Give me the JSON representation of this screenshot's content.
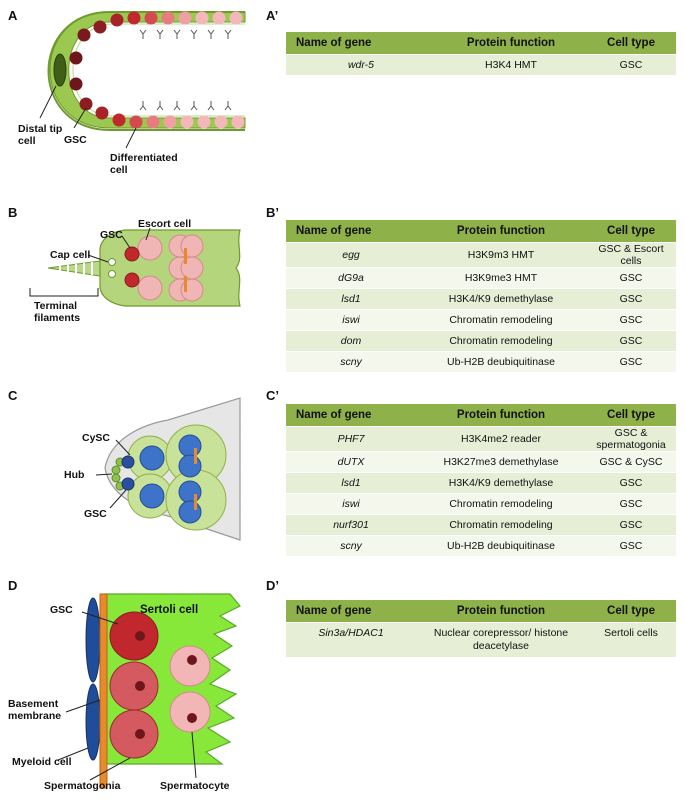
{
  "panels": {
    "A": {
      "letter": "A",
      "labels": {
        "distal_tip": "Distal tip cell",
        "gsc": "GSC",
        "differentiated": "Differentiated cell"
      }
    },
    "A_prime": {
      "letter": "A’",
      "headers": [
        "Name of gene",
        "Protein function",
        "Cell type"
      ],
      "rows": [
        {
          "gene": "wdr-5",
          "function": "H3K4 HMT",
          "cell": "GSC"
        }
      ]
    },
    "B": {
      "letter": "B",
      "labels": {
        "escort": "Escort cell",
        "gsc": "GSC",
        "cap": "Cap cell",
        "terminal": "Terminal filaments"
      }
    },
    "B_prime": {
      "letter": "B’",
      "headers": [
        "Name of gene",
        "Protein function",
        "Cell type"
      ],
      "rows": [
        {
          "gene": "egg",
          "function": "H3K9m3 HMT",
          "cell": "GSC & Escort cells"
        },
        {
          "gene": "dG9a",
          "function": "H3K9me3 HMT",
          "cell": "GSC"
        },
        {
          "gene": "lsd1",
          "function": "H3K4/K9 demethylase",
          "cell": "GSC"
        },
        {
          "gene": "iswi",
          "function": "Chromatin remodeling",
          "cell": "GSC"
        },
        {
          "gene": "dom",
          "function": "Chromatin remodeling",
          "cell": "GSC"
        },
        {
          "gene": "scny",
          "function": "Ub-H2B deubiquitinase",
          "cell": "GSC"
        }
      ]
    },
    "C": {
      "letter": "C",
      "labels": {
        "cysc": "CySC",
        "hub": "Hub",
        "gsc": "GSC"
      }
    },
    "C_prime": {
      "letter": "C’",
      "headers": [
        "Name of gene",
        "Protein function",
        "Cell type"
      ],
      "rows": [
        {
          "gene": "PHF7",
          "function": "H3K4me2 reader",
          "cell": "GSC & spermatogonia"
        },
        {
          "gene": "dUTX",
          "function": "H3K27me3 demethylase",
          "cell": "GSC & CySC"
        },
        {
          "gene": "lsd1",
          "function": "H3K4/K9 demethylase",
          "cell": "GSC"
        },
        {
          "gene": "iswi",
          "function": "Chromatin remodeling",
          "cell": "GSC"
        },
        {
          "gene": "nurf301",
          "function": "Chromatin remodeling",
          "cell": "GSC"
        },
        {
          "gene": "scny",
          "function": "Ub-H2B deubiquitinase",
          "cell": "GSC"
        }
      ]
    },
    "D": {
      "letter": "D",
      "labels": {
        "gsc": "GSC",
        "sertoli": "Sertoli cell",
        "basement": "Basement membrane",
        "myeloid": "Myeloid cell",
        "spermatogonia": "Spermatogonia",
        "spermatocyte": "Spermatocyte"
      }
    },
    "D_prime": {
      "letter": "D’",
      "headers": [
        "Name of gene",
        "Protein function",
        "Cell type"
      ],
      "rows": [
        {
          "gene": "Sin3a/HDAC1",
          "function": "Nuclear corepressor/ histone deacetylase",
          "cell": "Sertoli cells"
        }
      ]
    }
  },
  "colors": {
    "header_green": "#8fb14a",
    "row_light": "#e6eed6",
    "tissue_green": "#8fc24a",
    "gsc_red": "#c0282d",
    "pale_pink": "#f2b6b6",
    "cyst_blue": "#3d74c9",
    "membrane_orange": "#e8892a",
    "sertoli_green": "#88e83a"
  }
}
